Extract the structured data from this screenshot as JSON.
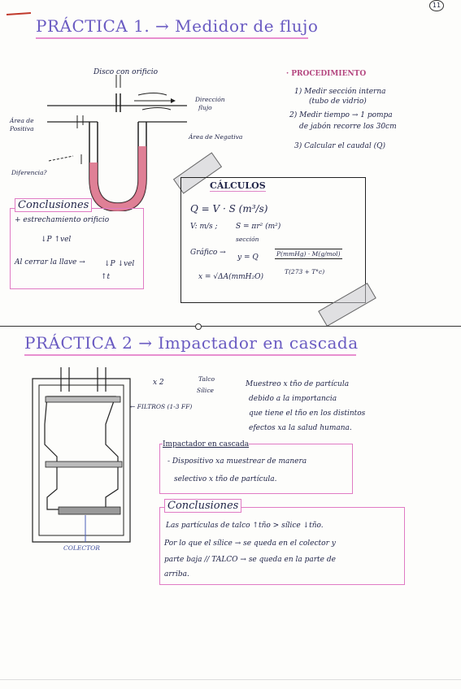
{
  "page_number": "11",
  "p1": {
    "title": "PRÁCTICA 1. → Medidor de flujo",
    "diagram": {
      "disk_label": "Disco con orificio",
      "direction_label_1": "Dirección",
      "direction_label_2": "flujo",
      "area_pos_label_1": "Área de",
      "area_pos_label_2": "Positiva",
      "area_neg_label": "Área de Negativa",
      "difference_label": "Diferencia?"
    },
    "procedure": {
      "heading": "· PROCEDIMIENTO",
      "steps": [
        "1) Medir sección interna",
        "(tubo de vidrio)",
        "2) Medir tiempo → 1 pompa",
        "de jabón recorre los 30cm",
        "3) Calcular el caudal (Q)"
      ]
    },
    "calculos": {
      "heading": "CÁLCULOS",
      "formula_q": "Q = V · S (m³/s)",
      "v_units": "V: m/s ;",
      "s_formula": "S = πr² (m²)",
      "seccion": "sección",
      "grafico": "Gráfico →",
      "y_formula": "y = Q",
      "sqrt_num": "P(mmHg) · M(g/mol)",
      "sqrt_den": "T(273 + T°c)",
      "x_formula": "x = √ΔA(mmH₂O)"
    },
    "conclusiones": {
      "heading": "Conclusiones",
      "line1": "+ estrechamiento orificio",
      "line2": "↓P ↑vel",
      "line3": "Al cerrar la llave →",
      "line4": "↓P ↓vel",
      "line5": "↑t"
    }
  },
  "p2": {
    "title": "PRÁCTICA 2 → Impactador en cascada",
    "x2": "x 2",
    "talco": "Talco",
    "silice": "Sílice",
    "filters_label": "← FILTROS (1-3 FF)",
    "collector_label": "COLECTOR",
    "description": [
      "Muestreo x tño de partícula",
      "debido a la importancia",
      "que tiene el tño en los distintos",
      "efectos xa la salud humana."
    ],
    "impactador_box": {
      "heading": "Impactador en cascada",
      "line1": "- Dispositivo xa muestrear de manera",
      "line2": "selectivo x tño de partícula."
    },
    "conclusiones": {
      "heading": "Conclusiones",
      "line1": "Las partículas de talco ↑tño > sílice ↓tño.",
      "line2": "Por lo que el sílice → se queda en el colector y",
      "line3": "parte baja // TALCO → se queda en la parte de",
      "line4": "arriba."
    }
  }
}
